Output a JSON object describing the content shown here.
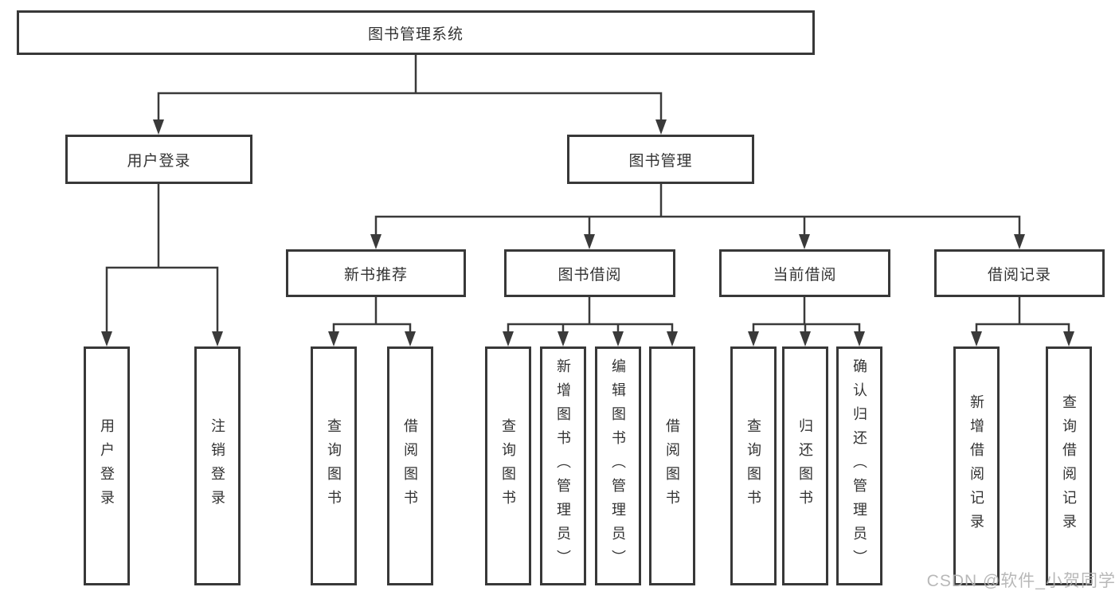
{
  "tree": {
    "root": {
      "label": "图书管理系统",
      "children": [
        {
          "label": "用户登录",
          "children": [
            {
              "label": "用户登录"
            },
            {
              "label": "注销登录"
            }
          ]
        },
        {
          "label": "图书管理",
          "children": [
            {
              "label": "新书推荐",
              "children": [
                {
                  "label": "查询图书"
                },
                {
                  "label": "借阅图书"
                }
              ]
            },
            {
              "label": "图书借阅",
              "children": [
                {
                  "label": "查询图书"
                },
                {
                  "label": "新增图书（管理员）"
                },
                {
                  "label": "编辑图书（管理员）"
                },
                {
                  "label": "借阅图书"
                }
              ]
            },
            {
              "label": "当前借阅",
              "children": [
                {
                  "label": "查询图书"
                },
                {
                  "label": "归还图书"
                },
                {
                  "label": "确认归还（管理员）"
                }
              ]
            },
            {
              "label": "借阅记录",
              "children": [
                {
                  "label": "新增借阅记录"
                },
                {
                  "label": "查询借阅记录"
                }
              ]
            }
          ]
        }
      ]
    }
  },
  "watermark": {
    "text": "CSDN @软件_小贺同学"
  },
  "colors": {
    "line": "#3a3a3a",
    "border": "#383838",
    "text": "#333333",
    "watermark": "#b3b3b3",
    "background": "#ffffff"
  }
}
